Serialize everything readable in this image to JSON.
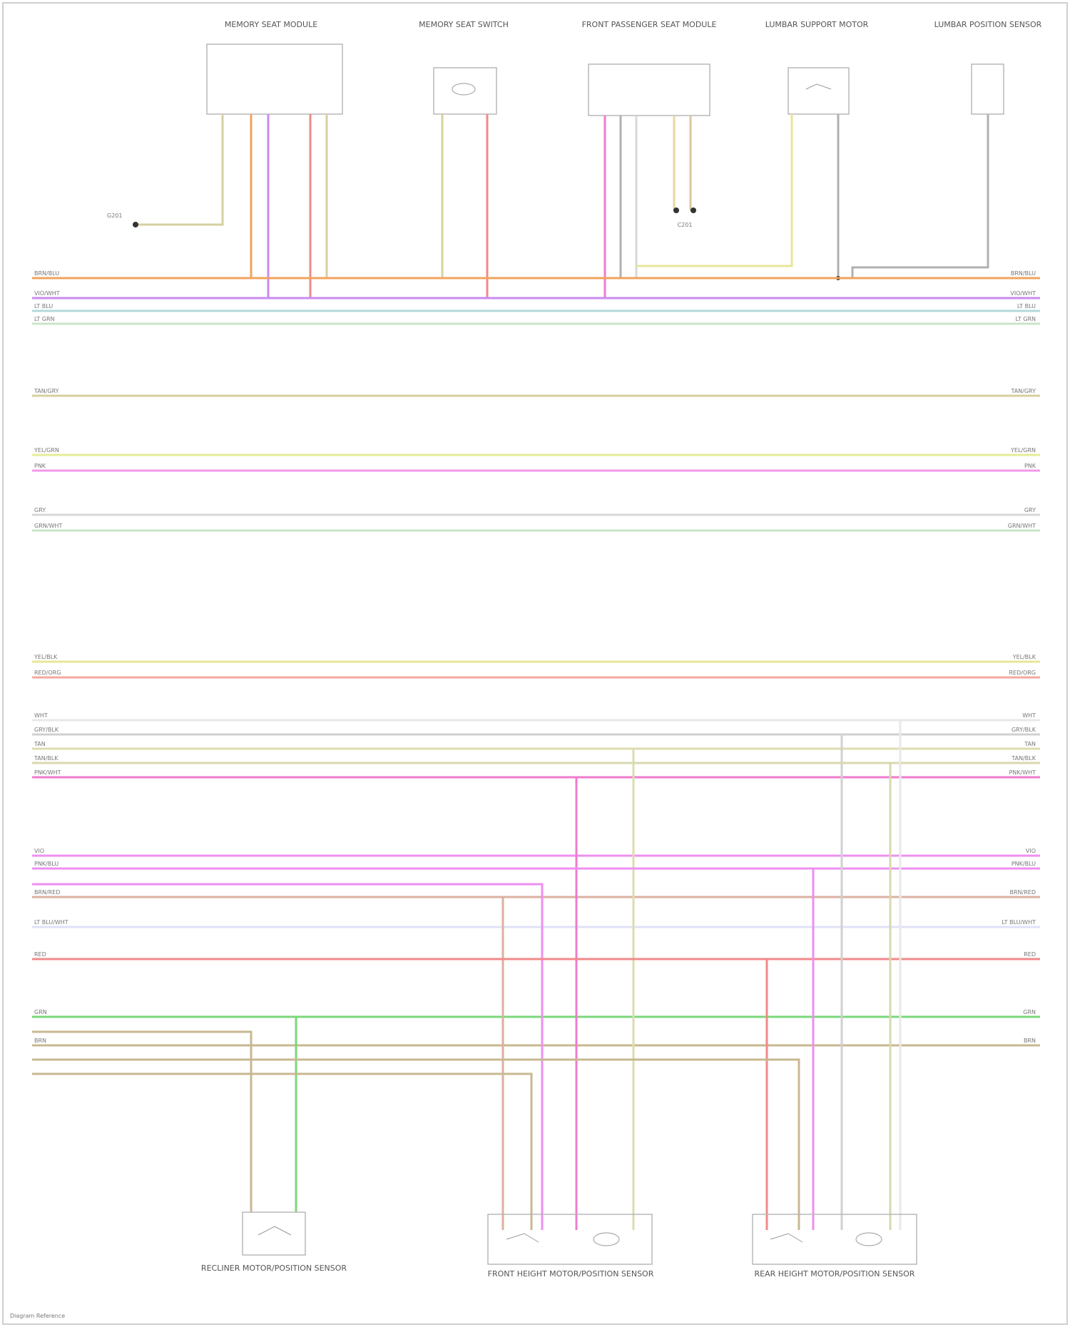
{
  "components": {
    "seat_module": "MEMORY SEAT MODULE",
    "memory_seat_switch": "MEMORY SEAT SWITCH",
    "front_passenger_seat_module": "FRONT PASSENGER SEAT MODULE",
    "lumbar_support_motor": "LUMBAR SUPPORT MOTOR",
    "lumbar_position_sensor": "LUMBAR POSITION SENSOR",
    "recliner_motor_sensor": "RECLINER MOTOR/POSITION SENSOR",
    "front_height_motor_sensor": "FRONT HEIGHT MOTOR/POSITION SENSOR",
    "rear_height_motor_sensor": "REAR HEIGHT MOTOR/POSITION SENSOR"
  },
  "labels": {
    "ground_ref": "G201",
    "connector_ref": "C201",
    "footer_note": "Diagram Reference"
  },
  "wires": [
    {
      "color": "#f2a35e",
      "label": "BRN/BLU"
    },
    {
      "color": "#c98bf0",
      "label": "VIO/WHT"
    },
    {
      "color": "#b4d8dc",
      "label": "LT BLU"
    },
    {
      "color": "#c8e6c8",
      "label": "LT GRN"
    },
    {
      "color": "#d6d0a0",
      "label": "TAN/GRY"
    },
    {
      "color": "#e6ec98",
      "label": "YEL/GRN"
    },
    {
      "color": "#f29ae8",
      "label": "PNK"
    },
    {
      "color": "#d8d8d8",
      "label": "GRY"
    },
    {
      "color": "#c8e6c8",
      "label": "GRN/WHT"
    },
    {
      "color": "#e6e698",
      "label": "YEL/BLK"
    },
    {
      "color": "#f5a8a0",
      "label": "RED/ORG"
    },
    {
      "color": "#e8e8e8",
      "label": "WHT"
    },
    {
      "color": "#d0d0d0",
      "label": "GRY/BLK"
    },
    {
      "color": "#dcdcb0",
      "label": "TAN"
    },
    {
      "color": "#d8d8b0",
      "label": "TAN/BLK"
    },
    {
      "color": "#f07ad0",
      "label": "PNK/WHT"
    },
    {
      "color": "#ee8ff0",
      "label": "VIO"
    },
    {
      "color": "#ee8ff0",
      "label": "PNK/BLU"
    },
    {
      "color": "#dcb0a0",
      "label": "BRN/RED"
    },
    {
      "color": "#e0e0f8",
      "label": "LT BLU/WHT"
    },
    {
      "color": "#f08a8a",
      "label": "RED"
    },
    {
      "color": "#7ad87a",
      "label": "GRN"
    },
    {
      "color": "#c8b890",
      "label": "BRN"
    }
  ]
}
